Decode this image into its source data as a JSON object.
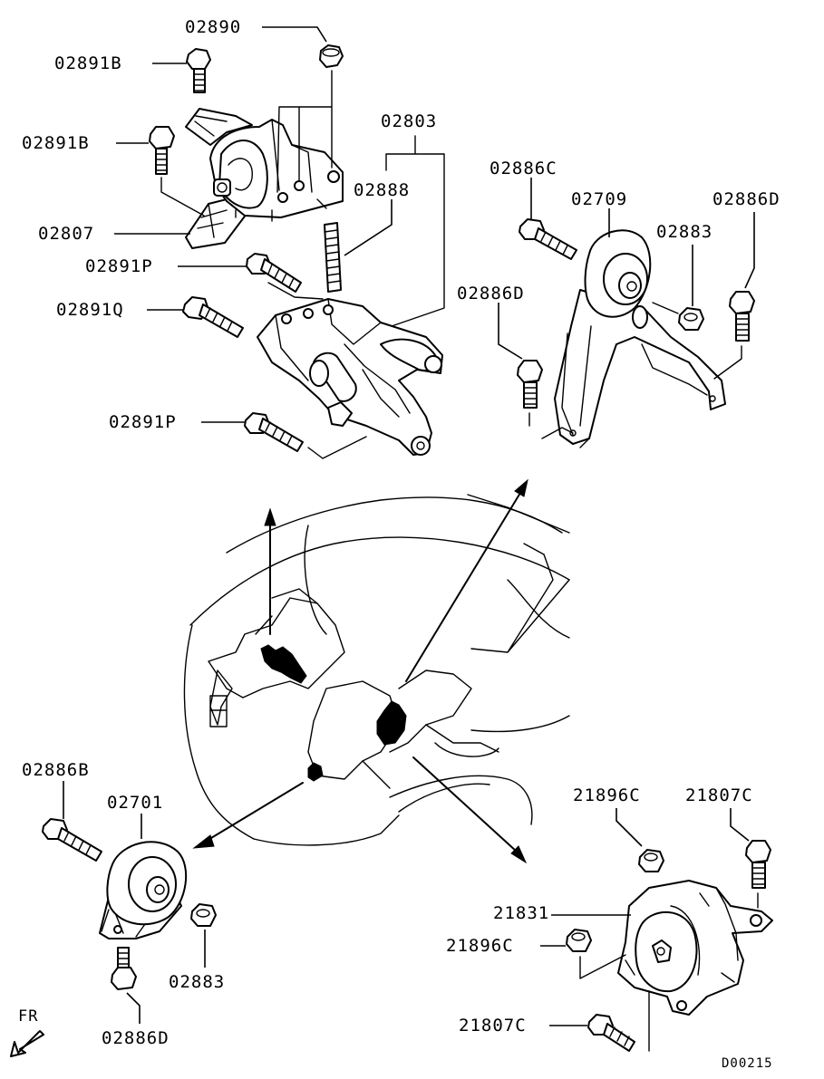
{
  "labels": {
    "p02890": "02890",
    "p02891B_top": "02891B",
    "p02891B_mid": "02891B",
    "p02807": "02807",
    "p02891P_top": "02891P",
    "p02891Q": "02891Q",
    "p02891P_bot": "02891P",
    "p02803": "02803",
    "p02888": "02888",
    "p02886C": "02886C",
    "p02709": "02709",
    "p02886D_right": "02886D",
    "p02883_right": "02883",
    "p02886D_mid": "02886D",
    "p02886B": "02886B",
    "p02701": "02701",
    "p02883_left": "02883",
    "p02886D_bot": "02886D",
    "p21896C_top": "21896C",
    "p21807C_top": "21807C",
    "p21831": "21831",
    "p21896C_mid": "21896C",
    "p21807C_bot": "21807C"
  },
  "direction": "FR",
  "diagram_code": "D00215",
  "icons": {
    "fr_arrow": "front-direction-arrow-icon"
  }
}
